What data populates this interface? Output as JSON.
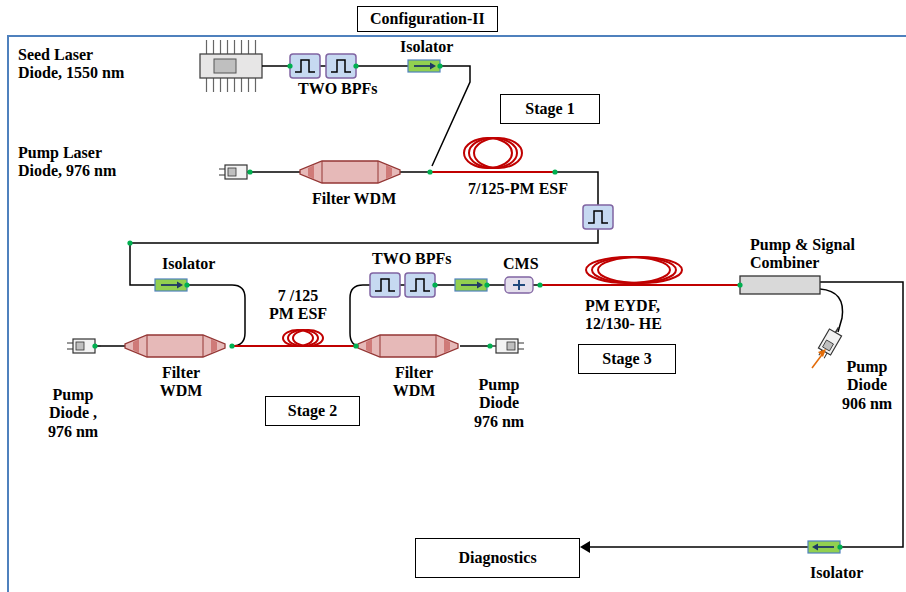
{
  "diagram": {
    "title": "Configuration-II",
    "nodes": [
      {
        "text": [
          "Stage 1"
        ]
      },
      {
        "text": [
          "Stage 2"
        ]
      },
      {
        "text": [
          "Stage 3"
        ]
      },
      {
        "text": [
          "Diagnostics"
        ]
      }
    ],
    "labels": [
      "Seed Laser Diode, 1550 nm",
      "TWO BPFs",
      "Isolator",
      "Pump Laser Diode, 976 nm",
      "Filter WDM",
      "7/125-PM ESF",
      "Isolator",
      "7 /125 PM ESF",
      "TWO BPFs",
      "CMS",
      "Pump & Signal Combiner",
      "Pump Diode , 976 nm",
      "Filter WDM",
      "Filter WDM",
      "Pump Diode 976 nm",
      "PM EYDF, 12/130- HE",
      "Pump Diode 906 nm",
      "Isolator"
    ]
  }
}
